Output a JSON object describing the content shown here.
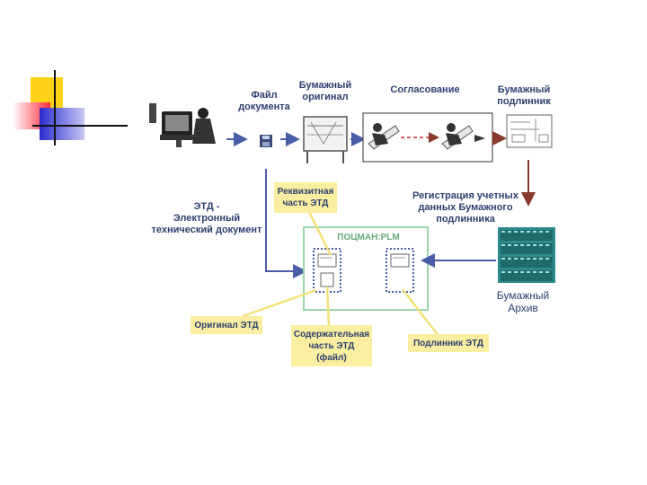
{
  "labels": {
    "file_line1": "Файл",
    "file_line2": "документа",
    "paper_original_line1": "Бумажный",
    "paper_original_line2": "оригинал",
    "approval": "Согласование",
    "paper_master_line1": "Бумажный",
    "paper_master_line2": "подлинник",
    "etd_line1": "ЭТД -",
    "etd_line2": "Электронный",
    "etd_line3": "технический документ",
    "registration_line1": "Регистрация учетных",
    "registration_line2": "данных Бумажного",
    "registration_line3": "подлинника",
    "system_name": "ПОЦМАН:PLM",
    "archive_line1": "Бумажный",
    "archive_line2": "Архив"
  },
  "callouts": {
    "requisite_line1": "Реквизитная",
    "requisite_line2": "часть ЭТД",
    "original_etd": "Оригинал ЭТД",
    "content_line1": "Содержательная",
    "content_line2": "часть ЭТД",
    "content_line3": "(файл)",
    "master_etd": "Подлинник ЭТД"
  },
  "colors": {
    "text": "#2c3f6f",
    "arrow": "#4a5ea8",
    "callout_bg": "#fbeea0",
    "callout_line": "#f3e27a",
    "plm_border": "#9ad6a8",
    "archive": "#2e8a8a",
    "down_arrow": "#8a3a2a"
  },
  "icons": [
    "worker-at-computer-icon",
    "floppy-disk-icon",
    "plotter-icon",
    "signing-person-icon",
    "paper-drawing-icon",
    "archive-shelves-icon",
    "document-icon"
  ]
}
